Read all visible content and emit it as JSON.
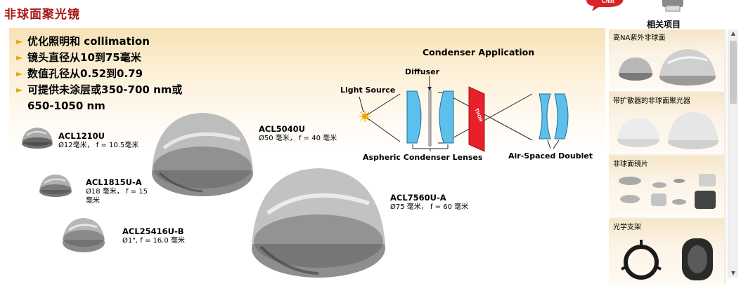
{
  "page": {
    "title": "非球面聚光镜",
    "related_heading": "相关项目"
  },
  "features": [
    "优化照明和 collimation",
    "镜头直径从10到75毫米",
    "数值孔径从0.52到0.79",
    "可提供未涂层或350-700 nm或",
    "650-1050 nm"
  ],
  "lenses": [
    {
      "part": "ACL1210U",
      "spec": "Ø12毫米， f = 10.5毫米"
    },
    {
      "part": "ACL1815U-A",
      "spec": "Ø18 毫米， f = 15 毫米"
    },
    {
      "part": "ACL25416U-B",
      "spec": "Ø1\", f = 16.0 毫米"
    },
    {
      "part": "ACL5040U",
      "spec": "Ø50 毫米， f = 40 毫米"
    },
    {
      "part": "ACL7560U-A",
      "spec": "Ø75 毫米， f = 60 毫米"
    }
  ],
  "diagram": {
    "title": "Condenser Application",
    "light_source": "Light Source",
    "diffuser": "Diffuser",
    "aspheric_label": "Aspheric Condenser Lenses",
    "doublet_label": "Air-Spaced Doublet",
    "filter_text": "THOR",
    "lens_color": "#5bc0eb",
    "filter_color": "#e8202a"
  },
  "related": [
    {
      "label": "高NA紫外非球面"
    },
    {
      "label": "带扩散器的非球面聚光器"
    },
    {
      "label": "非球面镜片"
    },
    {
      "label": "光学支架"
    }
  ],
  "colors": {
    "title": "#a81b1b",
    "bullet_arrow": "#e8a317"
  }
}
